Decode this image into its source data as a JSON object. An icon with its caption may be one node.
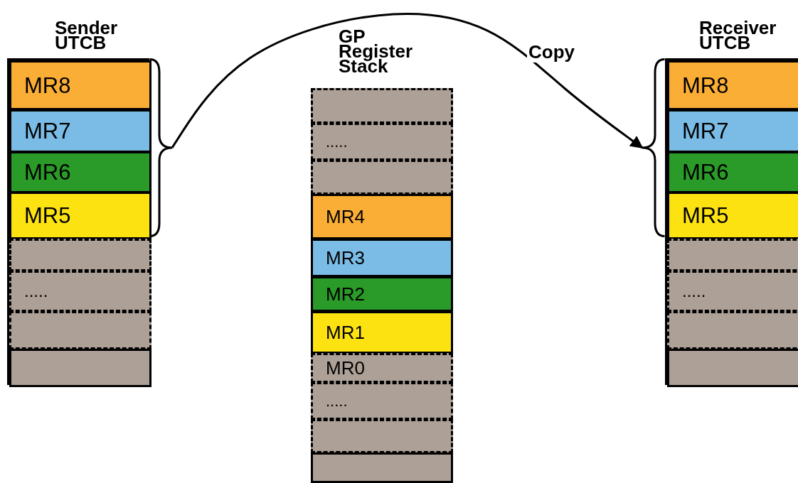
{
  "diagram": {
    "nodes": [
      {
        "text": [
          "Sender UTCB"
        ]
      },
      {
        "text": [
          "MR8"
        ],
        "in": 0
      },
      {
        "text": [
          "MR7"
        ],
        "in": 0
      },
      {
        "text": [
          "MR6"
        ],
        "in": 0
      },
      {
        "text": [
          "MR5"
        ],
        "in": 0
      },
      {
        "text": [],
        "shape": "box",
        "in": 0
      },
      {
        "text": [
          "....."
        ],
        "in": 0
      },
      {
        "text": [],
        "shape": "box",
        "in": 0
      },
      {
        "text": [],
        "shape": "box",
        "in": 0
      },
      {
        "text": [],
        "shape": "brace"
      },
      {
        "text": [
          "GP Register Stack"
        ]
      },
      {
        "text": [],
        "shape": "box",
        "in": 10
      },
      {
        "text": [
          "....."
        ],
        "in": 10
      },
      {
        "text": [],
        "shape": "box",
        "in": 10
      },
      {
        "text": [
          "MR4"
        ],
        "in": 10
      },
      {
        "text": [
          "MR3"
        ],
        "in": 10
      },
      {
        "text": [
          "MR2"
        ],
        "in": 10
      },
      {
        "text": [
          "MR1"
        ],
        "in": 10
      },
      {
        "text": [
          "MR0"
        ],
        "in": 10
      },
      {
        "text": [
          "....."
        ],
        "in": 10
      },
      {
        "text": [],
        "shape": "box",
        "in": 10
      },
      {
        "text": [],
        "shape": "box",
        "in": 10
      },
      {
        "text": [],
        "shape": "brace"
      },
      {
        "text": [
          "Receiver UTCB"
        ]
      },
      {
        "text": [
          "MR8"
        ],
        "in": 23
      },
      {
        "text": [
          "MR7"
        ],
        "in": 23
      },
      {
        "text": [
          "MR6"
        ],
        "in": 23
      },
      {
        "text": [
          "MR5"
        ],
        "in": 23
      },
      {
        "text": [],
        "shape": "box",
        "in": 23
      },
      {
        "text": [
          "....."
        ],
        "in": 23
      },
      {
        "text": [],
        "shape": "box",
        "in": 23
      },
      {
        "text": [],
        "shape": "box",
        "in": 23
      }
    ],
    "edges": [
      {
        "from": 9,
        "to": 22,
        "arrow": "to",
        "label": "Copy"
      }
    ]
  }
}
